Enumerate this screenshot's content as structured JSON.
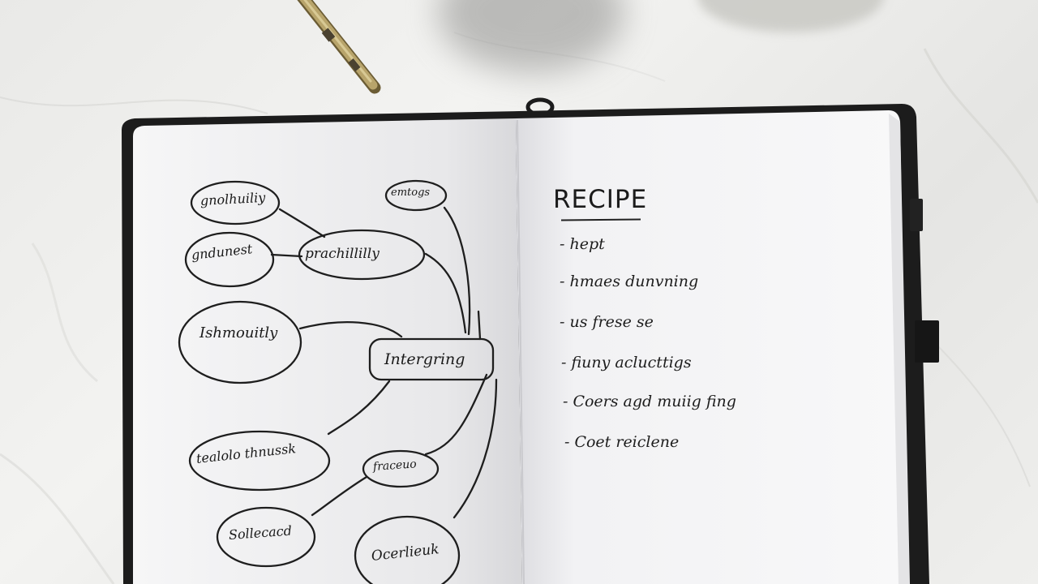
{
  "scene": {
    "description_colors": {
      "marble": "#ececea",
      "notebook_cover": "#1c1c1c",
      "paper": "#f7f7f8",
      "ink": "#1b1b1b",
      "pen_brass": "#b7a36a"
    }
  },
  "mind_map": {
    "nodes": [
      {
        "id": "n1",
        "text": "gnolhuiliy"
      },
      {
        "id": "n2",
        "text": "emtogs"
      },
      {
        "id": "n3",
        "text": "gndunest"
      },
      {
        "id": "n4",
        "text": "prachillilly"
      },
      {
        "id": "n5",
        "text": "Ishmouitly"
      },
      {
        "id": "n6",
        "text": "Intergring"
      },
      {
        "id": "n7",
        "text": "tealolo thnussk"
      },
      {
        "id": "n8",
        "text": "fraceuo"
      },
      {
        "id": "n9",
        "text": "Sollecacd"
      },
      {
        "id": "n10",
        "text": "Ocerlieuk"
      }
    ]
  },
  "recipe": {
    "title": "RECIPE",
    "items": [
      "- hept",
      "- hmaes dunvning",
      "- us frese se",
      "- fiuny aclucttigs",
      "- Coers agd muiig fing",
      "- Coet reiclene"
    ]
  }
}
